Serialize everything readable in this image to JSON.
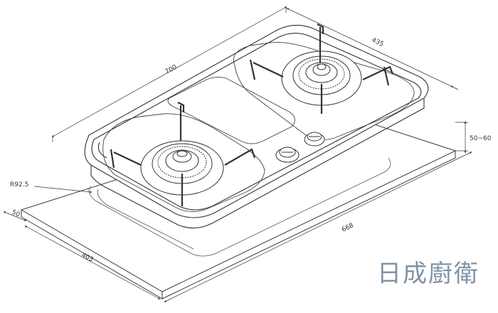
{
  "dimensions": {
    "top_length": "700",
    "top_depth": "435",
    "height_range": "50~60",
    "radius": "R92.5",
    "cutout_left": "50",
    "cutout_depth": "403",
    "cutout_length": "668"
  },
  "brand": "日成廚衛",
  "colors": {
    "line": "#3a3a3a",
    "brand": "#7f93a7"
  }
}
